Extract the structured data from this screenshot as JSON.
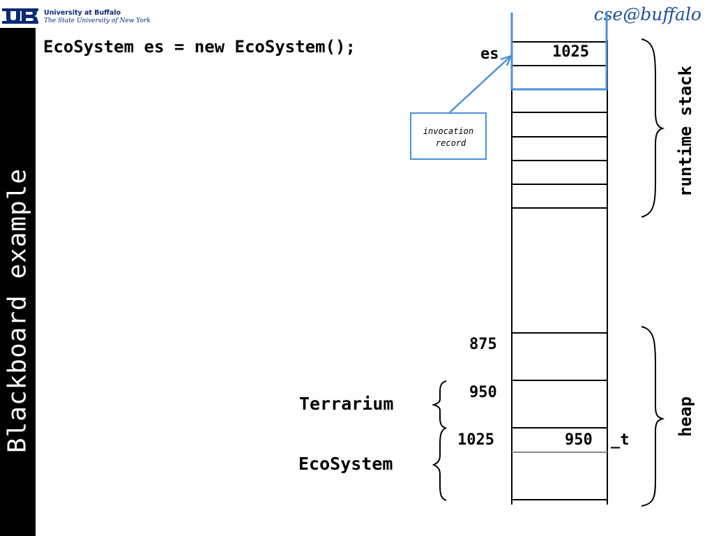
{
  "slide": {
    "vertical_title": "Blackboard example"
  },
  "header": {
    "logo_line1": "University at Buffalo",
    "logo_line2": "The State University of New York",
    "brand": "cse@buffalo"
  },
  "code": {
    "statement": "EcoSystem es = new EcoSystem();"
  },
  "stack": {
    "var_name": "es",
    "var_value": "1025",
    "callout": "invocation\n record",
    "brace_label": "runtime stack"
  },
  "heap": {
    "addresses": [
      "875",
      "950",
      "1025"
    ],
    "field_value": "950",
    "field_name": "_t",
    "class_labels": [
      "Terrarium",
      "EcoSystem"
    ],
    "brace_label": "heap"
  },
  "colors": {
    "sidebar": "#000000",
    "callout": "#4a90d9",
    "ub_blue": "#0a2a73"
  }
}
